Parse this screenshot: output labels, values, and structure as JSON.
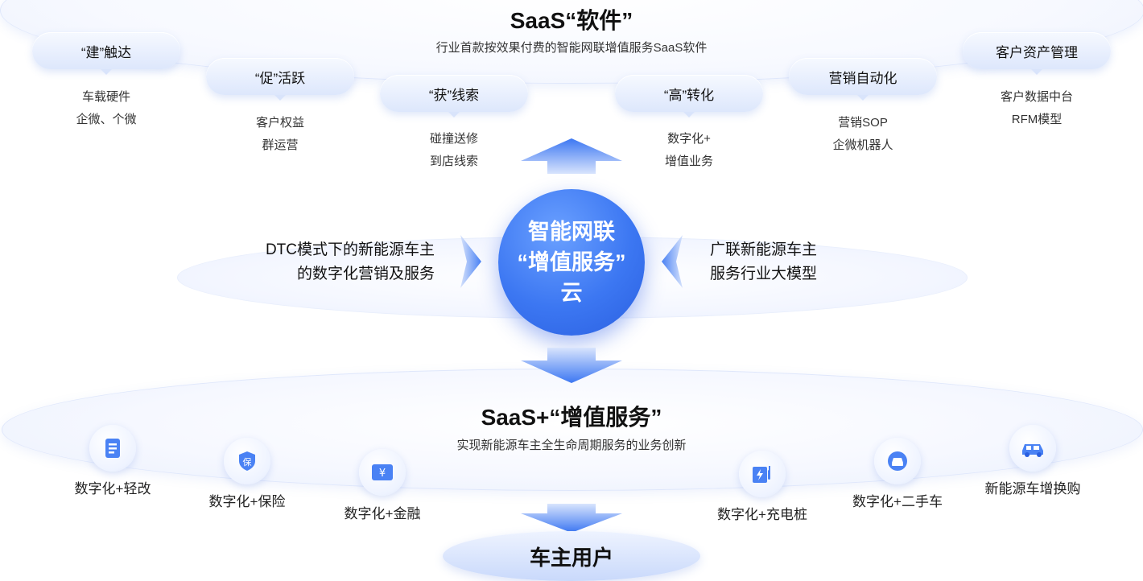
{
  "top": {
    "title": "SaaS“软件”",
    "subtitle": "行业首款按效果付费的智能网联增值服务SaaS软件",
    "pills": [
      {
        "label": "“建”触达",
        "lines": [
          "车载硬件",
          "企微、个微"
        ]
      },
      {
        "label": "“促”活跃",
        "lines": [
          "客户权益",
          "群运营"
        ]
      },
      {
        "label": "“获”线索",
        "lines": [
          "碰撞送修",
          "到店线索"
        ]
      },
      {
        "label": "“高”转化",
        "lines": [
          "数字化+",
          "增值业务"
        ]
      },
      {
        "label": "营销自动化",
        "lines": [
          "营销SOP",
          "企微机器人"
        ]
      },
      {
        "label": "客户资产管理",
        "lines": [
          "客户数据中台",
          "RFM模型"
        ]
      }
    ]
  },
  "center": {
    "lines": [
      "智能网联",
      "“增值服务”",
      "云"
    ],
    "left_text": [
      "DTC模式下的新能源车主",
      "的数字化营销及服务"
    ],
    "right_text": [
      "广联新能源车主",
      "服务行业大模型"
    ]
  },
  "bottom": {
    "title": "SaaS+“增值服务”",
    "subtitle": "实现新能源车主全生命周期服务的业务创新",
    "items": [
      {
        "icon": "document-list-icon",
        "label": "数字化+轻改"
      },
      {
        "icon": "shield-insurance-icon",
        "glyph": "保",
        "label": "数字化+保险"
      },
      {
        "icon": "yen-card-icon",
        "glyph": "¥",
        "label": "数字化+金融"
      },
      {
        "icon": "charging-battery-icon",
        "label": "数字化+充电桩"
      },
      {
        "icon": "car-front-icon",
        "label": "数字化+二手车"
      },
      {
        "icon": "car-swap-icon",
        "label": "新能源车增换购"
      }
    ],
    "owner": "车主用户"
  },
  "colors": {
    "accent": "#3c77f2",
    "pill_bg": "#dde7fc",
    "ring": "#e8effd"
  }
}
